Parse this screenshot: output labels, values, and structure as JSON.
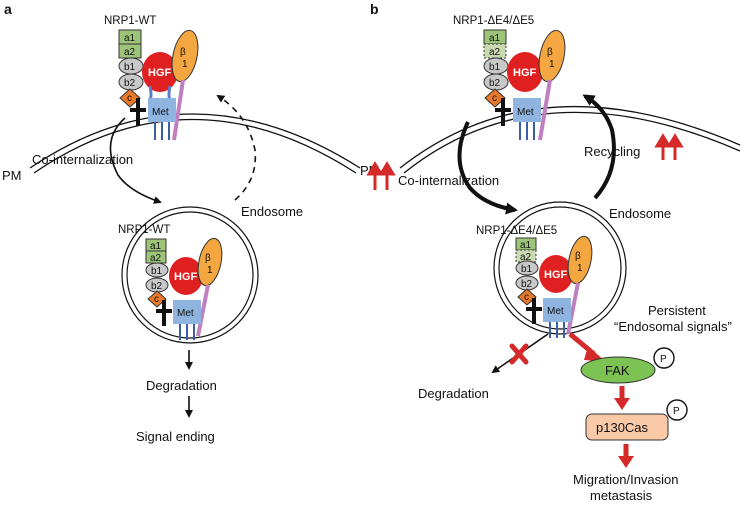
{
  "panel_a": {
    "letter": "a",
    "receptor_top_label": "NRP1-WT",
    "receptor_endo_label": "NRP1-WT",
    "membrane_label": "PM",
    "internalization_label": "Co-internalization",
    "endosome_label": "Endosome",
    "degradation_label": "Degradation",
    "ending_label": "Signal ending"
  },
  "panel_b": {
    "letter": "b",
    "receptor_top_label": "NRP1-ΔE4/ΔE5",
    "receptor_endo_label": "NRP1-ΔE4/ΔE5",
    "membrane_label": "PM",
    "internalization_label": "Co-internalization",
    "recycling_label": "Recycling",
    "endosome_label": "Endosome",
    "degradation_label": "Degradation",
    "persistent_label_1": "Persistent",
    "persistent_label_2": "“Endosomal signals”",
    "fak_label": "FAK",
    "p130_label": "p130Cas",
    "phospho_label": "P",
    "outcome_label_1": "Migration/Invasion",
    "outcome_label_2": "metastasis"
  },
  "domains": {
    "a1": "a1",
    "a2": "a2",
    "b1": "b1",
    "b2": "b2",
    "c": "c",
    "hgf": "HGF",
    "beta": "β",
    "beta_sub": "1",
    "met": "Met"
  },
  "colors": {
    "a_domain": "#9ec47a",
    "b_domain": "#c8c8c8",
    "c_domain": "#e8792b",
    "hgf": "#e02020",
    "beta": "#f4a640",
    "met": "#8fb4e0",
    "integrin_stalk": "#c080c0",
    "red_arrow": "#d42a2a",
    "fak": "#7dc353",
    "p130": "#f9c9a8"
  }
}
